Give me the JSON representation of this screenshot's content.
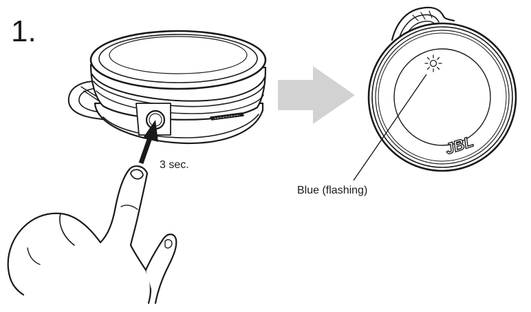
{
  "step_number": "1.",
  "press_duration_label": "3 sec.",
  "indicator_label": "Blue (flashing)",
  "brand_logo_text": "JBL",
  "colors": {
    "line": "#1a1a1a",
    "arrow_fill": "#d2d2d2",
    "background": "#ffffff"
  }
}
